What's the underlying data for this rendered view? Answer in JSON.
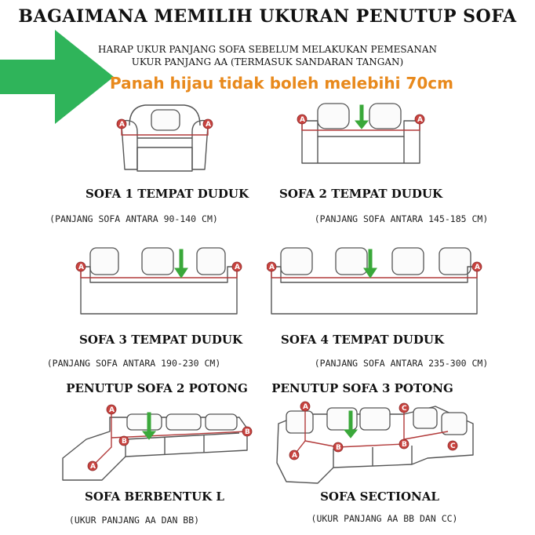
{
  "header": {
    "title": "BAGAIMANA MEMILIH UKURAN PENUTUP SOFA",
    "note_line1": "HARAP UKUR PANJANG SOFA SEBELUM MELAKUKAN PEMESANAN",
    "note_line2": "UKUR PANJANG AA (TERMASUK SANDARAN TANGAN)",
    "warning": "Panah hijau tidak boleh melebihi 70cm"
  },
  "colors": {
    "accent_green": "#3aa83a",
    "warning_orange": "#e8891c",
    "marker_red": "#c8433f"
  },
  "sofas": [
    {
      "label": "SOFA 1 TEMPAT DUDUK",
      "range": "(PANJANG SOFA ANTARA 90-140 CM)"
    },
    {
      "label": "SOFA 2 TEMPAT DUDUK",
      "range": "(PANJANG SOFA ANTARA 145-185 CM)"
    },
    {
      "label": "SOFA 3 TEMPAT DUDUK",
      "range": "(PANJANG SOFA ANTARA 190-230 CM)"
    },
    {
      "label": "SOFA 4 TEMPAT DUDUK",
      "range": "(PANJANG SOFA ANTARA 235-300 CM)"
    }
  ],
  "sectional_headers": {
    "left": "PENUTUP SOFA 2 POTONG",
    "right": "PENUTUP SOFA 3 POTONG"
  },
  "sectionals": [
    {
      "label": "SOFA BERBENTUK L",
      "range": "(UKUR PANJANG AA DAN BB)"
    },
    {
      "label": "SOFA SECTIONAL",
      "range": "(UKUR PANJANG AA BB DAN CC)"
    }
  ],
  "markers": {
    "a": "A",
    "b": "B",
    "c": "C"
  }
}
